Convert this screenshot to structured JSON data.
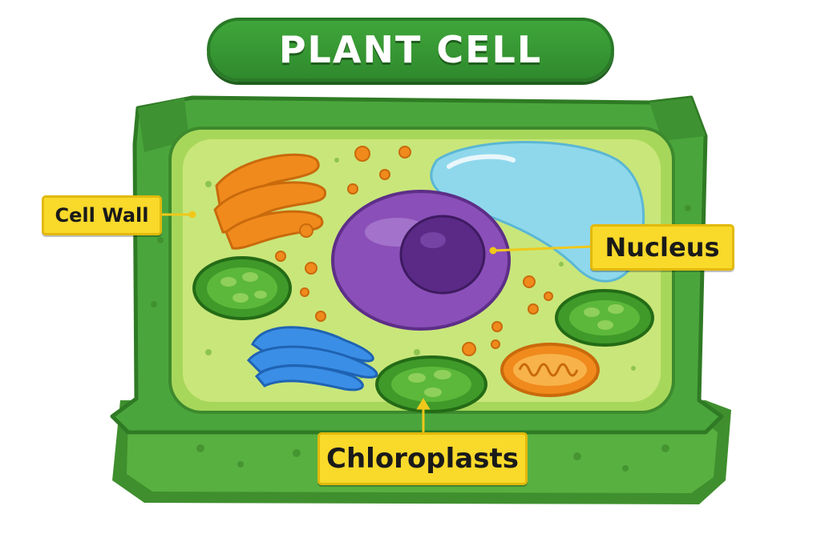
{
  "title": "PLANT CELL",
  "labels": {
    "cell_wall": "Cell Wall",
    "nucleus": "Nucleus",
    "chloroplasts": "Chloroplasts"
  },
  "colors": {
    "cell_wall": "#4aa63c",
    "cytoplasm": "#c9e67a",
    "nucleus": "#8a4fb8",
    "nucleolus": "#5a2a86",
    "vacuole": "#8fd8ec",
    "chloroplast": "#3f9a2a",
    "golgi": "#3a8ee6",
    "er_orange": "#f08a1c",
    "label_bg": "#f9d92a",
    "title_bg": "#3fa63a"
  }
}
